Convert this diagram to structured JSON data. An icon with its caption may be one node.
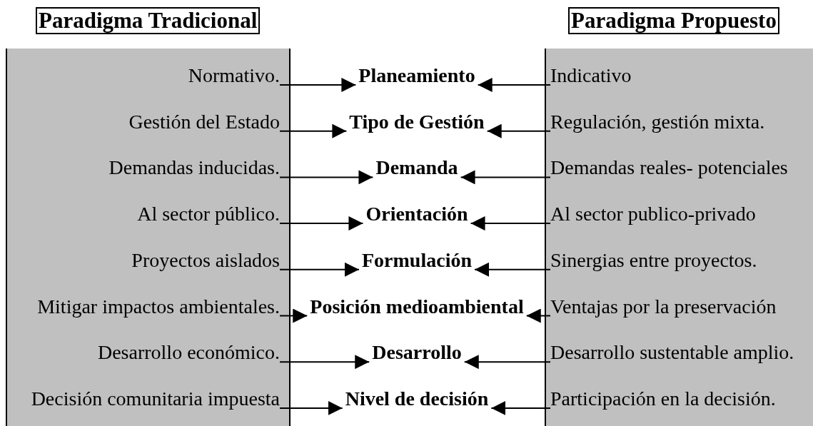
{
  "diagram": {
    "nodes": [
      {
        "text": [
          "Paradigma Tradicional"
        ]
      },
      {
        "text": [
          "Paradigma Propuesto"
        ]
      },
      {
        "text": [],
        "shape": "box"
      },
      {
        "text": [],
        "shape": "box"
      },
      {
        "text": [
          "Normativo."
        ],
        "in": 2
      },
      {
        "text": [
          "Planeamiento"
        ]
      },
      {
        "text": [
          "Indicativo"
        ],
        "in": 3
      },
      {
        "text": [
          "Gestión del Estado"
        ],
        "in": 2
      },
      {
        "text": [
          "Tipo de Gestión"
        ]
      },
      {
        "text": [
          "Regulación, gestión mixta."
        ],
        "in": 3
      },
      {
        "text": [
          "Demandas inducidas."
        ],
        "in": 2
      },
      {
        "text": [
          "Demanda"
        ]
      },
      {
        "text": [
          "Demandas reales- potenciales"
        ],
        "in": 3
      },
      {
        "text": [
          "Al sector público."
        ],
        "in": 2
      },
      {
        "text": [
          "Orientación"
        ]
      },
      {
        "text": [
          "Al sector publico-privado"
        ],
        "in": 3
      },
      {
        "text": [
          "Proyectos aislados"
        ],
        "in": 2
      },
      {
        "text": [
          "Formulación"
        ]
      },
      {
        "text": [
          "Sinergias entre proyectos."
        ],
        "in": 3
      },
      {
        "text": [
          "Mitigar impactos ambientales."
        ],
        "in": 2
      },
      {
        "text": [
          "Posición medioambiental"
        ]
      },
      {
        "text": [
          "Ventajas por la preservación"
        ],
        "in": 3
      },
      {
        "text": [
          "Desarrollo económico."
        ],
        "in": 2
      },
      {
        "text": [
          "Desarrollo"
        ]
      },
      {
        "text": [
          "Desarrollo sustentable amplio."
        ],
        "in": 3
      },
      {
        "text": [
          "Decisión comunitaria impuesta"
        ],
        "in": 2
      },
      {
        "text": [
          "Nivel de decisión"
        ]
      },
      {
        "text": [
          "Participación en la decisión."
        ],
        "in": 3
      }
    ],
    "edges": [
      {
        "from": 4,
        "to": 5,
        "arrow": "to"
      },
      {
        "from": 6,
        "to": 5,
        "arrow": "to"
      },
      {
        "from": 7,
        "to": 8,
        "arrow": "to"
      },
      {
        "from": 9,
        "to": 8,
        "arrow": "to"
      },
      {
        "from": 10,
        "to": 11,
        "arrow": "to"
      },
      {
        "from": 12,
        "to": 11,
        "arrow": "to"
      },
      {
        "from": 13,
        "to": 14,
        "arrow": "to"
      },
      {
        "from": 15,
        "to": 14,
        "arrow": "to"
      },
      {
        "from": 16,
        "to": 17,
        "arrow": "to"
      },
      {
        "from": 18,
        "to": 17,
        "arrow": "to"
      },
      {
        "from": 19,
        "to": 20,
        "arrow": "to"
      },
      {
        "from": 21,
        "to": 20,
        "arrow": "to"
      },
      {
        "from": 22,
        "to": 23,
        "arrow": "to"
      },
      {
        "from": 24,
        "to": 23,
        "arrow": "to"
      },
      {
        "from": 25,
        "to": 26,
        "arrow": "to"
      },
      {
        "from": 27,
        "to": 26,
        "arrow": "to"
      }
    ]
  }
}
